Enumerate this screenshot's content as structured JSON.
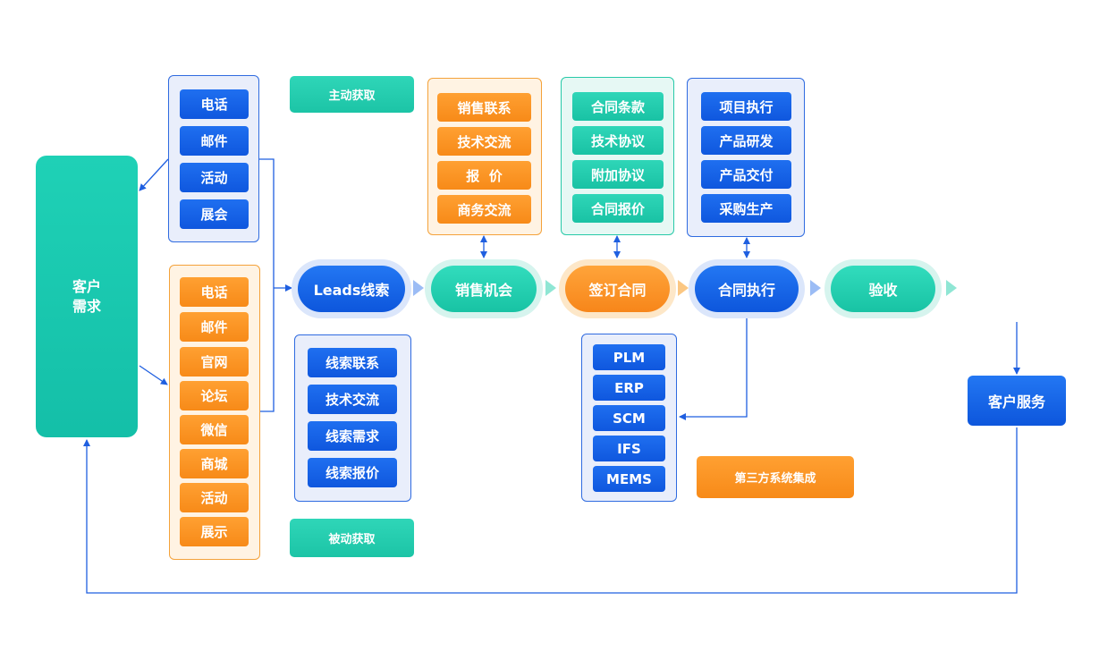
{
  "customer_demand": "客户\n需求",
  "active_tag": "主动获取",
  "passive_tag": "被动获取",
  "third_party_tag": "第三方系统集成",
  "active_channels": [
    "电话",
    "邮件",
    "活动",
    "展会"
  ],
  "passive_channels": [
    "电话",
    "邮件",
    "官网",
    "论坛",
    "微信",
    "商城",
    "活动",
    "展示"
  ],
  "lead_tasks": [
    "线索联系",
    "技术交流",
    "线索需求",
    "线索报价"
  ],
  "opportunity_tasks": [
    "销售联系",
    "技术交流",
    "报  价",
    "商务交流"
  ],
  "contract_terms": [
    "合同条款",
    "技术协议",
    "附加协议",
    "合同报价"
  ],
  "execution_tasks": [
    "项目执行",
    "产品研发",
    "产品交付",
    "采购生产"
  ],
  "systems": [
    "PLM",
    "ERP",
    "SCM",
    "IFS",
    "MEMS"
  ],
  "pipeline": [
    "Leads线索",
    "销售机会",
    "签订合同",
    "合同执行",
    "验收"
  ],
  "customer_service": "客户服务",
  "colors": {
    "blue": "#0f57de",
    "teal": "#19c2a4",
    "orange": "#f78a18",
    "line": "#1f5fe0"
  }
}
